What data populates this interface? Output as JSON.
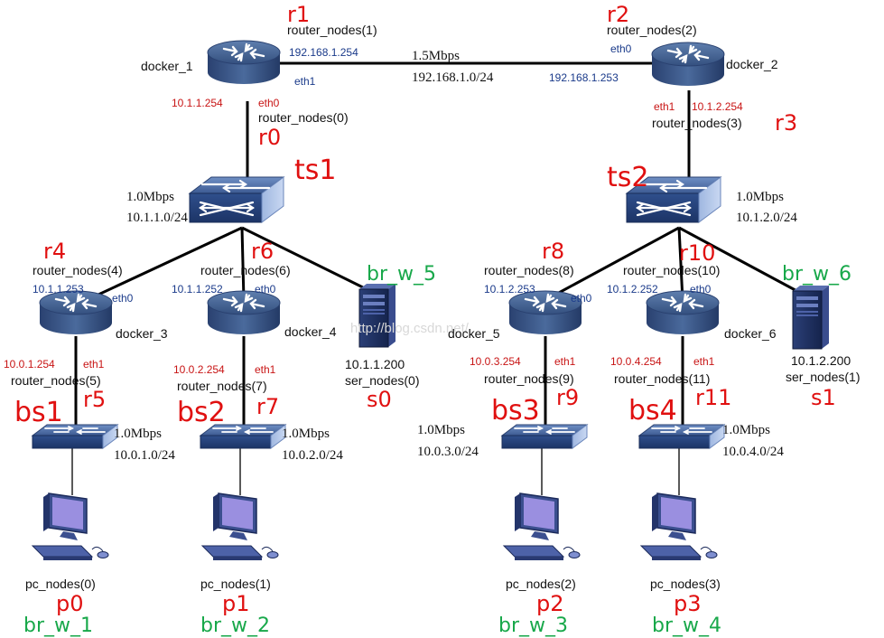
{
  "routers": [
    {
      "id": "r0",
      "top": "router_nodes(1)",
      "bottom": "router_nodes(0)",
      "tag": "r1",
      "tag2": "r0",
      "side": "docker_1",
      "ip_top": "192.168.1.254",
      "if_top": "eth1",
      "ip_bottom": "10.1.1.254",
      "if_bottom": "eth0"
    },
    {
      "id": "r1",
      "top": "router_nodes(2)",
      "bottom": "router_nodes(3)",
      "tag": "r2",
      "tag2": "r3",
      "side": "docker_2",
      "ip_top": "192.168.1.253",
      "if_top": "eth0",
      "ip_bottom": "10.1.2.254",
      "if_bottom": "eth1"
    },
    {
      "id": "r4",
      "top": "router_nodes(4)",
      "tag": "r4",
      "side": "docker_3",
      "ip_top": "10.1.1.253",
      "if_top": "eth0",
      "ip_bottom": "10.0.1.254",
      "if_bottom": "eth1",
      "bottom": "router_nodes(5)",
      "tag2": "r5"
    },
    {
      "id": "r6",
      "top": "router_nodes(6)",
      "tag": "r6",
      "side": "docker_4",
      "ip_top": "10.1.1.252",
      "if_top": "eth0",
      "ip_bottom": "10.0.2.254",
      "if_bottom": "eth1",
      "bottom": "router_nodes(7)",
      "tag2": "r7"
    },
    {
      "id": "r8",
      "top": "router_nodes(8)",
      "tag": "r8",
      "side": "docker_5",
      "ip_top": "10.1.2.253",
      "if_top": "eth0",
      "ip_bottom": "10.0.3.254",
      "if_bottom": "eth1",
      "bottom": "router_nodes(9)",
      "tag2": "r9"
    },
    {
      "id": "r10",
      "top": "router_nodes(10)",
      "tag": "r10",
      "side": "docker_6",
      "ip_top": "10.1.2.252",
      "if_top": "eth0",
      "ip_bottom": "10.0.4.254",
      "if_bottom": "eth1",
      "bottom": "router_nodes(11)",
      "tag2": "r11"
    }
  ],
  "core_link": {
    "bandwidth": "1.5Mbps",
    "network": "192.168.1.0/24"
  },
  "switches": [
    {
      "tag": "ts1",
      "bandwidth": "1.0Mbps",
      "network": "10.1.1.0/24"
    },
    {
      "tag": "ts2",
      "bandwidth": "1.0Mbps",
      "network": "10.1.2.0/24"
    }
  ],
  "branch_switches": [
    {
      "tag": "bs1",
      "bandwidth": "1.0Mbps",
      "network": "10.0.1.0/24"
    },
    {
      "tag": "bs2",
      "bandwidth": "1.0Mbps",
      "network": "10.0.2.0/24"
    },
    {
      "tag": "bs3",
      "bandwidth": "1.0Mbps",
      "network": "10.0.3.0/24"
    },
    {
      "tag": "bs4",
      "bandwidth": "1.0Mbps",
      "network": "10.0.4.0/24"
    }
  ],
  "servers": [
    {
      "bridge": "br_w_5",
      "ip": "10.1.1.200",
      "name": "ser_nodes(0)",
      "tag": "s0"
    },
    {
      "bridge": "br_w_6",
      "ip": "10.1.2.200",
      "name": "ser_nodes(1)",
      "tag": "s1"
    }
  ],
  "pcs": [
    {
      "name": "pc_nodes(0)",
      "tag": "p0",
      "bridge": "br_w_1"
    },
    {
      "name": "pc_nodes(1)",
      "tag": "p1",
      "bridge": "br_w_2"
    },
    {
      "name": "pc_nodes(2)",
      "tag": "p2",
      "bridge": "br_w_3"
    },
    {
      "name": "pc_nodes(3)",
      "tag": "p3",
      "bridge": "br_w_4"
    }
  ],
  "watermark": "http://blog.csdn.net/"
}
